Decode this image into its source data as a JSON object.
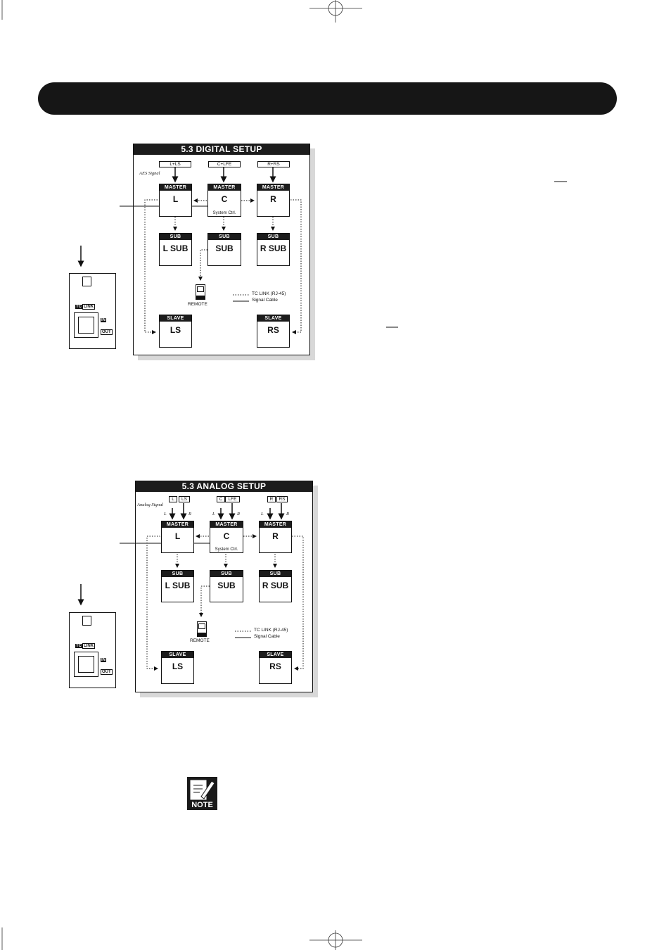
{
  "digital": {
    "title": "5.3 DIGITAL SETUP",
    "signal_label": "AES Signal",
    "inputs": [
      "L+LS",
      "C+LFE",
      "R+RS"
    ],
    "units": {
      "master_l": {
        "role": "MASTER",
        "name": "L"
      },
      "master_c": {
        "role": "MASTER",
        "name": "C",
        "note": "System Ctrl."
      },
      "master_r": {
        "role": "MASTER",
        "name": "R"
      },
      "sub_l": {
        "role": "SUB",
        "name": "L SUB"
      },
      "sub_c": {
        "role": "SUB",
        "name": "SUB"
      },
      "sub_r": {
        "role": "SUB",
        "name": "R SUB"
      },
      "slave_ls": {
        "role": "SLAVE",
        "name": "LS"
      },
      "slave_rs": {
        "role": "SLAVE",
        "name": "RS"
      }
    },
    "remote_label": "REMOTE",
    "legend": {
      "tc_link": "TC LINK (RJ-45)",
      "signal": "Signal Cable"
    }
  },
  "analog": {
    "title": "5.3 ANALOG SETUP",
    "signal_label": "Analog Signal",
    "inputs": [
      "L",
      "LS",
      "C",
      "LFE",
      "R",
      "RS"
    ],
    "lr": {
      "l": "L",
      "r": "R"
    },
    "units": {
      "master_l": {
        "role": "MASTER",
        "name": "L"
      },
      "master_c": {
        "role": "MASTER",
        "name": "C",
        "note": "System Ctrl."
      },
      "master_r": {
        "role": "MASTER",
        "name": "R"
      },
      "sub_l": {
        "role": "SUB",
        "name": "L SUB"
      },
      "sub_c": {
        "role": "SUB",
        "name": "SUB"
      },
      "sub_r": {
        "role": "SUB",
        "name": "R SUB"
      },
      "slave_ls": {
        "role": "SLAVE",
        "name": "LS"
      },
      "slave_rs": {
        "role": "SLAVE",
        "name": "RS"
      }
    },
    "remote_label": "REMOTE",
    "legend": {
      "tc_link": "TC LINK (RJ-45)",
      "signal": "Signal Cable"
    }
  },
  "tc_link_panel": {
    "badge": "TC",
    "label": "LINK",
    "in": "IN",
    "out": "OUT"
  },
  "note_icon": {
    "label": "NOTE"
  }
}
